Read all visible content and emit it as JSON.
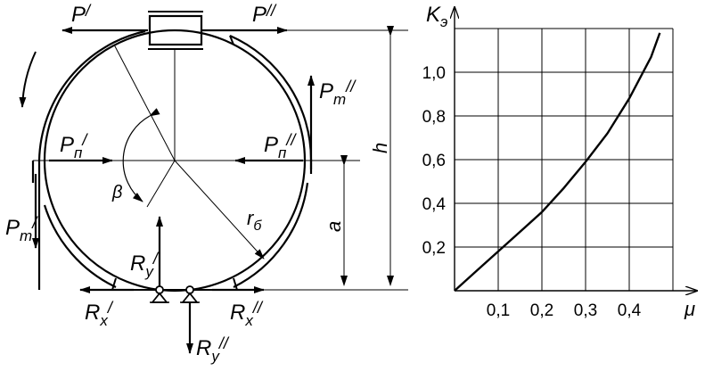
{
  "diagram": {
    "labels": {
      "p_prime": "P",
      "p_prime_mark": "/",
      "p_double": "P",
      "p_double_mark": "//",
      "pt_right": "P",
      "pt_right_sub": "т",
      "pt_right_mark": "//",
      "pt_left": "P",
      "pt_left_sub": "т",
      "pt_left_mark": "/",
      "pn_left": "P",
      "pn_left_sub": "п",
      "pn_left_mark": "/",
      "pn_right": "P",
      "pn_right_sub": "п",
      "pn_right_mark": "//",
      "beta": "β",
      "r": "r",
      "r_sub": "б",
      "a": "a",
      "h": "h",
      "ry_prime": "R",
      "ry_prime_sub": "y",
      "ry_prime_mark": "/",
      "ry_double": "R",
      "ry_double_sub": "y",
      "ry_double_mark": "//",
      "rx_prime": "R",
      "rx_prime_sub": "x",
      "rx_prime_mark": "/",
      "rx_double": "R",
      "rx_double_sub": "x",
      "rx_double_mark": "//"
    }
  },
  "chart_data": {
    "type": "line",
    "ylabel": "K",
    "ylabel_sub": "э",
    "xlabel": "μ",
    "x_ticks": [
      "0,1",
      "0,2",
      "0,3",
      "0,4"
    ],
    "y_ticks": [
      "0,2",
      "0,4",
      "0,6",
      "0,8",
      "1,0"
    ],
    "xlim": [
      0,
      0.5
    ],
    "ylim": [
      0,
      1.2
    ],
    "grid": true,
    "series": [
      {
        "x": [
          0,
          0.05,
          0.1,
          0.15,
          0.2,
          0.25,
          0.3,
          0.35,
          0.4,
          0.45,
          0.47
        ],
        "y": [
          0,
          0.09,
          0.18,
          0.27,
          0.36,
          0.47,
          0.59,
          0.72,
          0.88,
          1.07,
          1.18
        ]
      }
    ]
  }
}
